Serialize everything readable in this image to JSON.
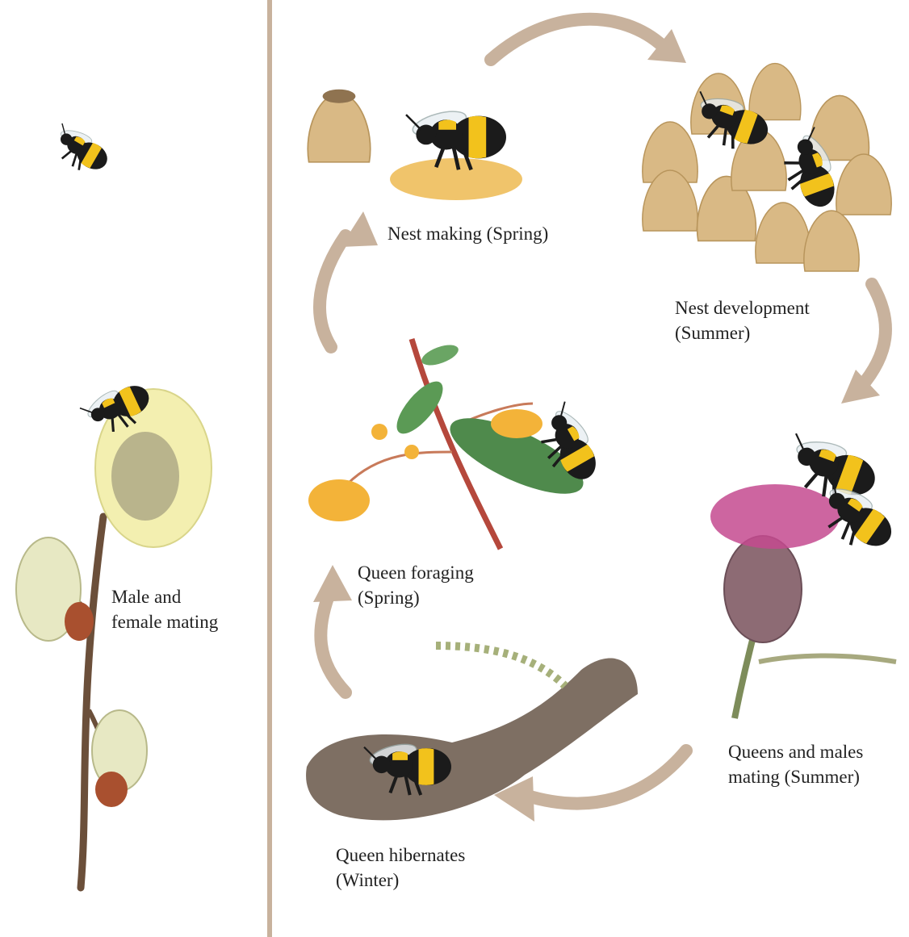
{
  "labels": {
    "male_female_mating": [
      "Male and",
      "female mating"
    ],
    "nest_making": [
      "Nest making (Spring)"
    ],
    "nest_development": [
      "Nest development",
      "(Summer)"
    ],
    "queens_males_mating": [
      "Queens and males",
      "mating (Summer)"
    ],
    "queen_hibernates": [
      "Queen hibernates",
      "(Winter)"
    ],
    "queen_foraging": [
      "Queen foraging",
      "(Spring)"
    ]
  },
  "colors": {
    "arrow": "#c8b29d",
    "divider": "#c8b29d",
    "bee_black": "#1b1b1b",
    "bee_yellow": "#f2c21c",
    "wax_cell": "#d9b985",
    "willow_catkin": "#f3efb0",
    "branch": "#6b4f3a",
    "thistle_flower": "#c44a8f",
    "thistle_head": "#8d6b74",
    "leaf": "#4f8a4c",
    "orange_flower": "#f3b339",
    "stone": "#7e6f63"
  },
  "icons": [
    "bee-icon",
    "willow-catkin-icon",
    "wax-cell-icon",
    "thistle-icon",
    "flower-icon",
    "stone-icon"
  ]
}
